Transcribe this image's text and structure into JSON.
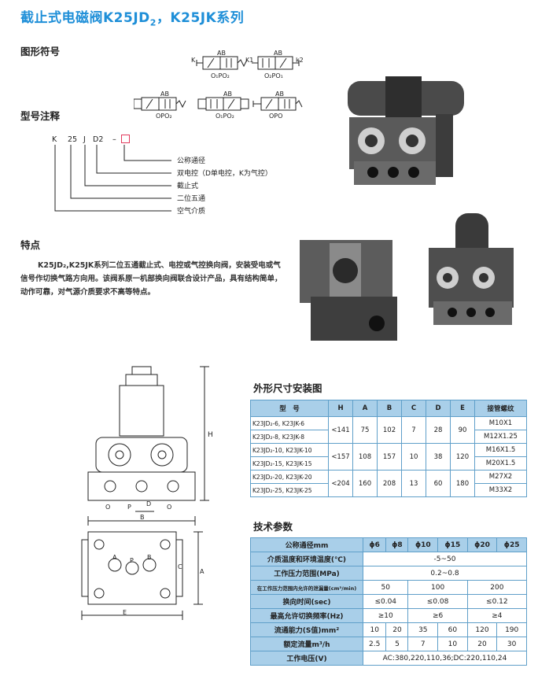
{
  "title": {
    "main": "截止式电磁阀K25JD",
    "sub": "2",
    "tail": "，K25JK系列"
  },
  "sections": {
    "symbol": "图形符号",
    "model": "型号注释",
    "features": "特点",
    "dimensions": "外形尺寸安装图",
    "tech": "技术参数"
  },
  "symbols": {
    "ports_top": "AB",
    "ports_bot_1": "O₁PO₂",
    "ports_bot_2": "O₂PO₁",
    "ports_bot_3": "OPO₂",
    "ports_bot_4": "O₁PO₂",
    "ports_bot_5": "OPO",
    "k": "K",
    "k1": "K1",
    "k2": "k2"
  },
  "model_note": {
    "code": [
      "K",
      "25",
      "J",
      "D2",
      "–"
    ],
    "items": [
      "公称通径",
      "双电控（D单电控，K为气控）",
      "截止式",
      "二位五通",
      "空气介质"
    ]
  },
  "features": {
    "text": "K25JD₂,K25JK系列二位五通截止式、电控或气控换向阀，安装受电或气信号作切换气路方向用。该阀系原一机部换向阀联合设计产品，具有结构简单，动作可靠，对气源介质要求不高等特点。"
  },
  "drawing_labels": {
    "H": "H",
    "O": "O",
    "P": "P",
    "D": "D",
    "B": "B",
    "A": "A",
    "C": "C",
    "E": "E",
    "Pc": "P",
    "Ac": "A",
    "Bc": "B"
  },
  "dim_table": {
    "headers": [
      "型　号",
      "H",
      "A",
      "B",
      "C",
      "D",
      "E",
      "接管螺纹"
    ],
    "rows": [
      {
        "models": [
          "K23JD₂-6, K23JK-6",
          "K23JD₂-8, K23JK-8"
        ],
        "H": "<141",
        "A": "75",
        "B": "102",
        "C": "7",
        "D": "28",
        "E": "90",
        "threads": [
          "M10X1",
          "M12X1.25"
        ]
      },
      {
        "models": [
          "K23JD₂-10, K23JK-10",
          "K23JD₂-15, K23JK-15"
        ],
        "H": "<157",
        "A": "108",
        "B": "157",
        "C": "10",
        "D": "38",
        "E": "120",
        "threads": [
          "M16X1.5",
          "M20X1.5"
        ]
      },
      {
        "models": [
          "K23JD₂-20, K23JK-20",
          "K23JD₂-25, K23JK-25"
        ],
        "H": "<204",
        "A": "160",
        "B": "208",
        "C": "13",
        "D": "60",
        "E": "180",
        "threads": [
          "M27X2",
          "M33X2"
        ]
      }
    ]
  },
  "tech_table": {
    "bore_label": "公称通径mm",
    "bores": [
      "ϕ6",
      "ϕ8",
      "ϕ10",
      "ϕ15",
      "ϕ20",
      "ϕ25"
    ],
    "temp_label": "介质温度和环境温度(℃)",
    "temp": "-5~50",
    "pressure_label": "工作压力范围(MPa)",
    "pressure": "0.2~0.8",
    "leak_label": "在工作压力范围内允许的泄漏量(cm³/min)",
    "leak": [
      "50",
      "100",
      "200"
    ],
    "switch_label": "换向时间(sec)",
    "switch": [
      "≤0.04",
      "≤0.08",
      "≤0.12"
    ],
    "freq_label": "最高允许切换频率(Hz)",
    "freq": [
      "≥10",
      "≥6",
      "≥4"
    ],
    "flow_label": "流通能力(S值)mm²",
    "flow": [
      "10",
      "20",
      "35",
      "60",
      "120",
      "190"
    ],
    "rated_label": "额定流量m³/h",
    "rated": [
      "2.5",
      "5",
      "7",
      "10",
      "20",
      "30"
    ],
    "volt_label": "工作电压(V)",
    "volt": "AC:380,220,110,36;DC:220,110,24"
  }
}
